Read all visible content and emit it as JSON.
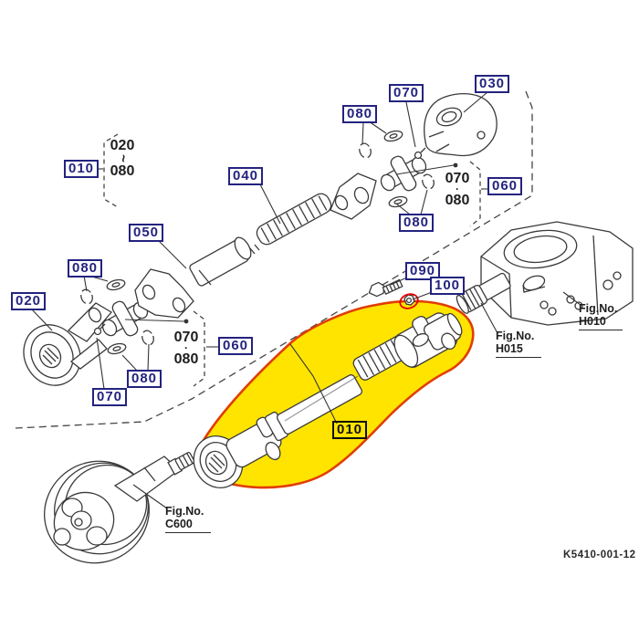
{
  "drawing_number": "K5410-001-12",
  "colors": {
    "callout_navy": "#232380",
    "line_art": "#3a3a3a",
    "highlight_fill": "#ffe400",
    "highlight_outline": "#e13d00",
    "nut_circle_red": "#e60000"
  },
  "callouts": {
    "c010": "010",
    "c020": "020",
    "c030": "030",
    "c040": "040",
    "c050": "050",
    "c060_left": "060",
    "c060_right": "060",
    "c070_top": "070",
    "c070_left": "070",
    "c080_top_right": "080",
    "c080_mid_right": "080",
    "c080_left_top": "080",
    "c080_left_bottom": "080",
    "c090": "090",
    "c100": "100",
    "c010_highlight": "010"
  },
  "ranges": {
    "main": {
      "from": "020",
      "sep": "~",
      "to": "080"
    },
    "left": {
      "from": "070",
      "sep": "·",
      "to": "080"
    },
    "right": {
      "from": "070",
      "sep": "·",
      "to": "080"
    }
  },
  "fig_refs": {
    "h010": {
      "label": "Fig.No.",
      "code": "H010"
    },
    "h015": {
      "label": "Fig.No.",
      "code": "H015"
    },
    "c600": {
      "label": "Fig.No.",
      "code": "C600"
    }
  }
}
